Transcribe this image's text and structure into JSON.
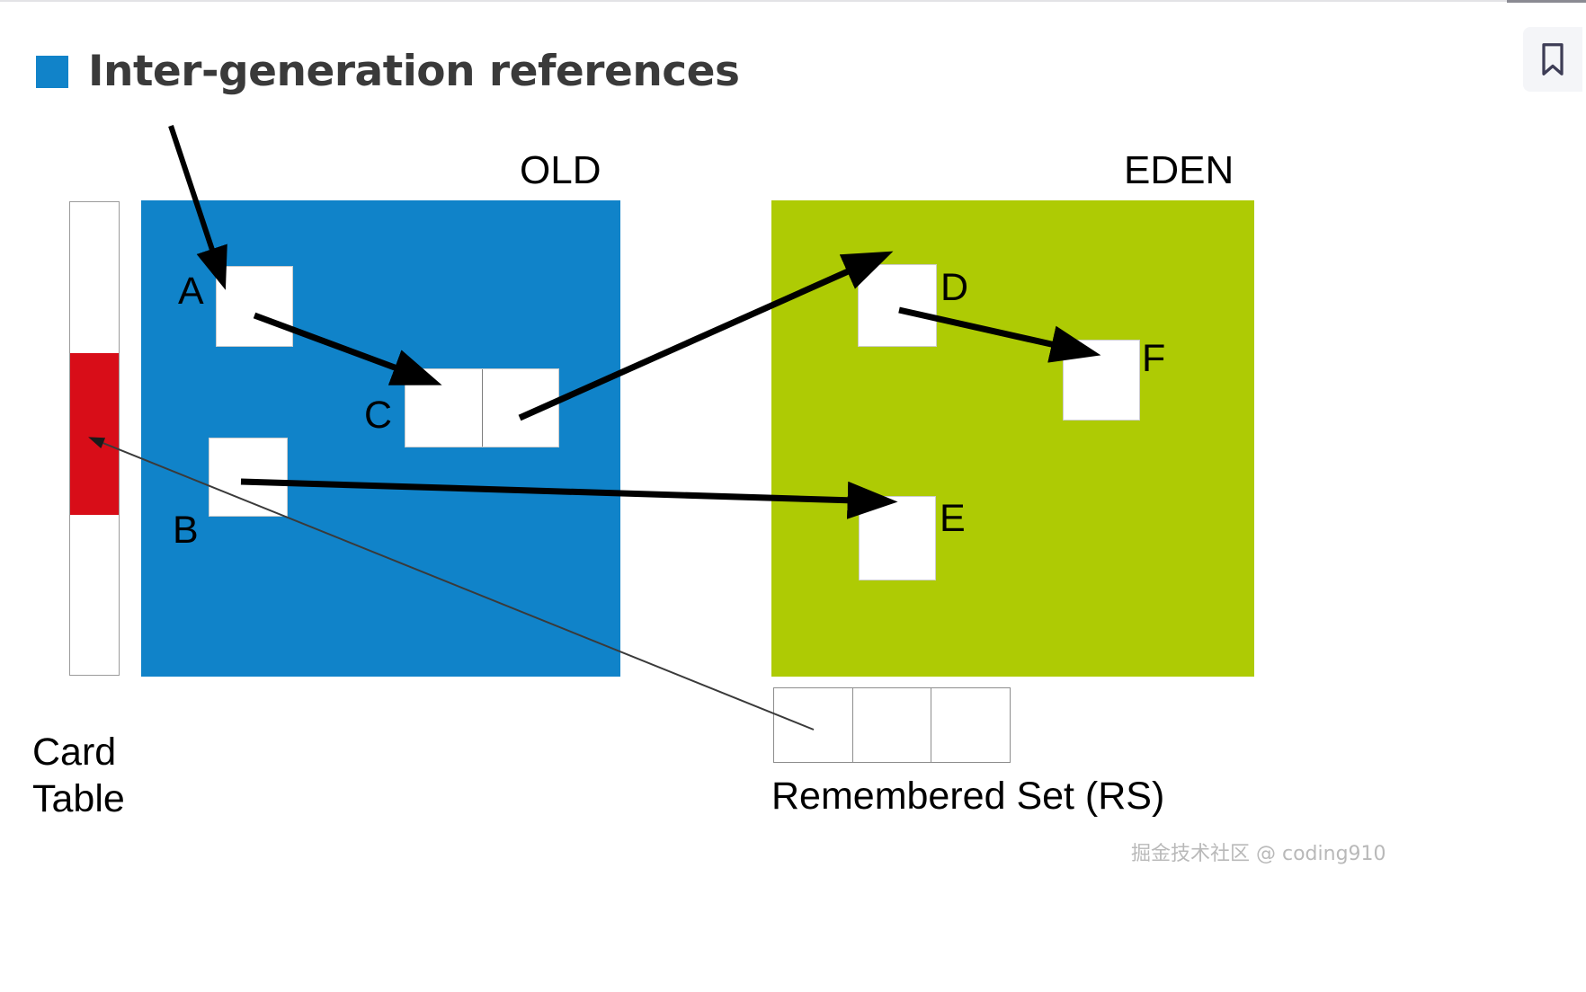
{
  "page": {
    "title": "Inter-generation references",
    "bullet_color": "#1183c9",
    "background": "#ffffff"
  },
  "topbar": {
    "bookmark_icon": "bookmark-icon"
  },
  "regions": [
    {
      "id": "old",
      "label": "OLD",
      "color": "#1083c9"
    },
    {
      "id": "eden",
      "label": "EDEN",
      "color": "#aecb04"
    }
  ],
  "card_table": {
    "label": "Card\nTable",
    "fill": "#ffffff",
    "border": "#9b9b9b",
    "marked_color": "#d80d18",
    "cells": [
      {
        "state": "clean",
        "color": "#ffffff"
      },
      {
        "state": "dirty",
        "color": "#d80d18"
      },
      {
        "state": "clean",
        "color": "#ffffff"
      }
    ]
  },
  "objects": [
    {
      "id": "a",
      "label": "A",
      "region": "old",
      "fill": "#ffffff",
      "cells": 1
    },
    {
      "id": "b",
      "label": "B",
      "region": "old",
      "fill": "#ffffff",
      "cells": 1
    },
    {
      "id": "c",
      "label": "C",
      "region": "old",
      "fill": "#ffffff",
      "cells": 2
    },
    {
      "id": "d",
      "label": "D",
      "region": "eden",
      "fill": "#ffffff",
      "cells": 1
    },
    {
      "id": "e",
      "label": "E",
      "region": "eden",
      "fill": "#ffffff",
      "cells": 1
    },
    {
      "id": "f",
      "label": "F",
      "region": "eden",
      "fill": "#ffffff",
      "cells": 1
    }
  ],
  "remembered_set": {
    "label": "Remembered Set (RS)",
    "cell_count": 3,
    "border": "#8d8d8d",
    "fill": "#ffffff"
  },
  "references": [
    {
      "from": "root",
      "to": "a",
      "style": "thick"
    },
    {
      "from": "a",
      "to": "c",
      "style": "thick"
    },
    {
      "from": "c",
      "to": "d",
      "style": "thick"
    },
    {
      "from": "d",
      "to": "f",
      "style": "thick"
    },
    {
      "from": "b",
      "to": "e",
      "style": "thick"
    },
    {
      "from": "remembered_set",
      "to": "card_table",
      "style": "thin"
    }
  ],
  "watermark": {
    "text": "掘金技术社区 @ coding910",
    "color": "#b9b9b9"
  }
}
